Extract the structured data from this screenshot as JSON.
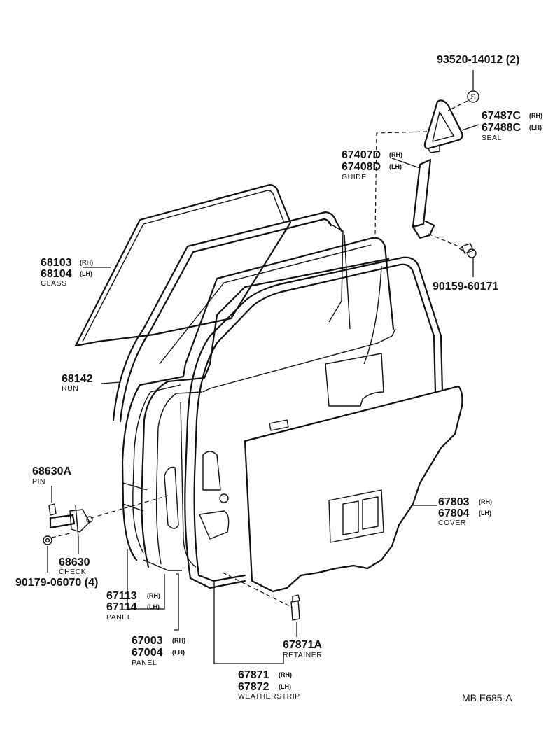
{
  "diagram_code": "MB  E685-A",
  "parts": {
    "screw": {
      "number": "93520-14012 (2)"
    },
    "seal": {
      "rh": "67487C",
      "lh": "67488C",
      "side_rh": "(RH)",
      "side_lh": "(LH)",
      "name": "SEAL"
    },
    "guide": {
      "rh": "67407D",
      "lh": "67408D",
      "side_rh": "(RH)",
      "side_lh": "(LH)",
      "name": "GUIDE"
    },
    "bolt": {
      "number": "90159-60171"
    },
    "glass": {
      "rh": "68103",
      "lh": "68104",
      "side_rh": "(RH)",
      "side_lh": "(LH)",
      "name": "GLASS"
    },
    "run": {
      "number": "68142",
      "name": "RUN"
    },
    "pin": {
      "number": "68630A",
      "name": "PIN"
    },
    "check": {
      "number": "68630",
      "name": "CHECK"
    },
    "check_bolt": {
      "number": "90179-06070 (4)"
    },
    "inner_panel": {
      "rh": "67113",
      "lh": "67114",
      "side_rh": "(RH)",
      "side_lh": "(LH)",
      "name": "PANEL"
    },
    "outer_panel": {
      "rh": "67003",
      "lh": "67004",
      "side_rh": "(RH)",
      "side_lh": "(LH)",
      "name": "PANEL"
    },
    "cover": {
      "rh": "67803",
      "lh": "67804",
      "side_rh": "(RH)",
      "side_lh": "(LH)",
      "name": "COVER"
    },
    "retainer": {
      "number": "67871A",
      "name": "RETAINER"
    },
    "weatherstrip": {
      "rh": "67871",
      "lh": "67872",
      "side_rh": "(RH)",
      "side_lh": "(LH)",
      "name": "WEATHERSTRIP"
    }
  },
  "symbols": {
    "screw_marker": "S"
  }
}
